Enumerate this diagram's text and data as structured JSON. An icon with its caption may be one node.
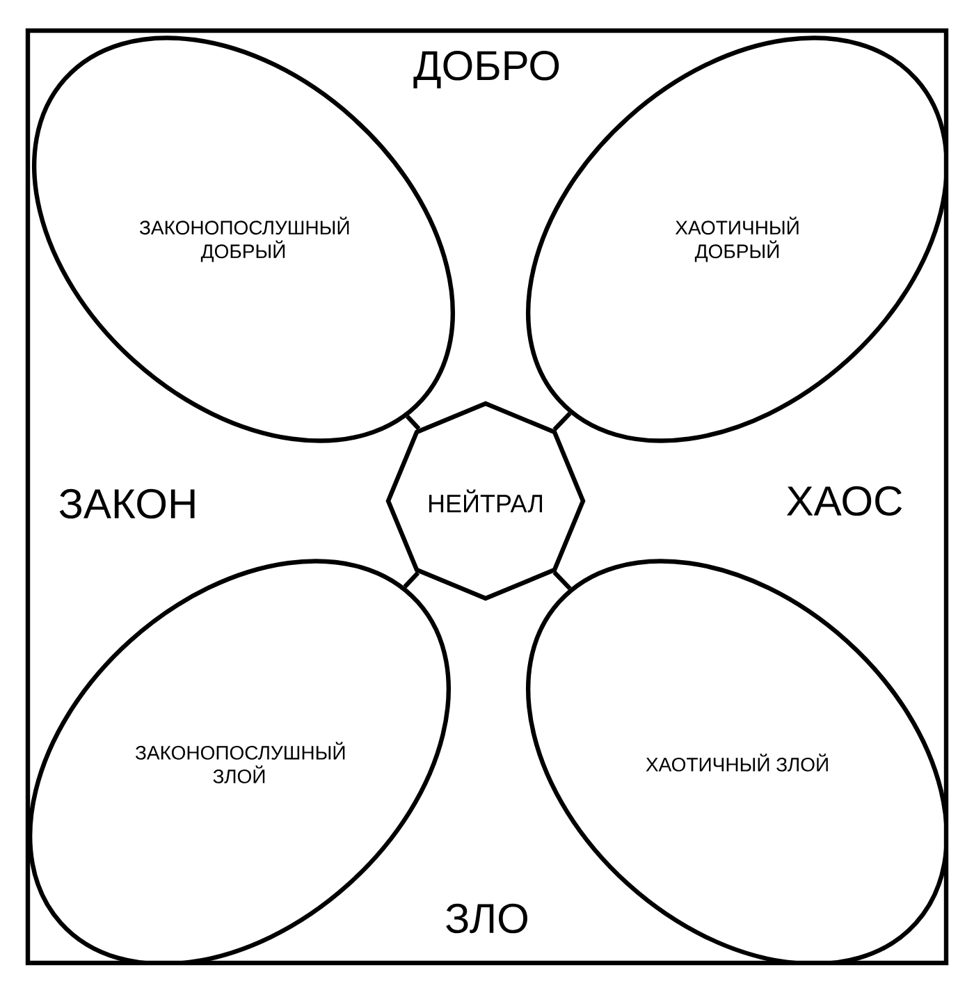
{
  "diagram": {
    "nodes": [
      {
        "text": [
          "ЗАКОНОПОСЛУШНЫЙ ДОБРЫЙ"
        ]
      },
      {
        "text": [
          "ХАОТИЧНЫЙ ДОБРЫЙ"
        ]
      },
      {
        "text": [
          "ЗАКОНОПОСЛУШНЫЙ ЗЛОЙ"
        ]
      },
      {
        "text": [
          "ХАОТИЧНЫЙ ЗЛОЙ"
        ]
      },
      {
        "text": [
          "НЕЙТРАЛ"
        ]
      }
    ],
    "edges": [
      {
        "from": 4,
        "to": 0,
        "arrow": "none"
      },
      {
        "from": 4,
        "to": 1,
        "arrow": "none"
      },
      {
        "from": 4,
        "to": 2,
        "arrow": "none"
      },
      {
        "from": 4,
        "to": 3,
        "arrow": "none"
      }
    ],
    "labels": [
      "ДОБРО",
      "ЗАКОН",
      "ХАОС",
      "ЗЛО"
    ]
  }
}
